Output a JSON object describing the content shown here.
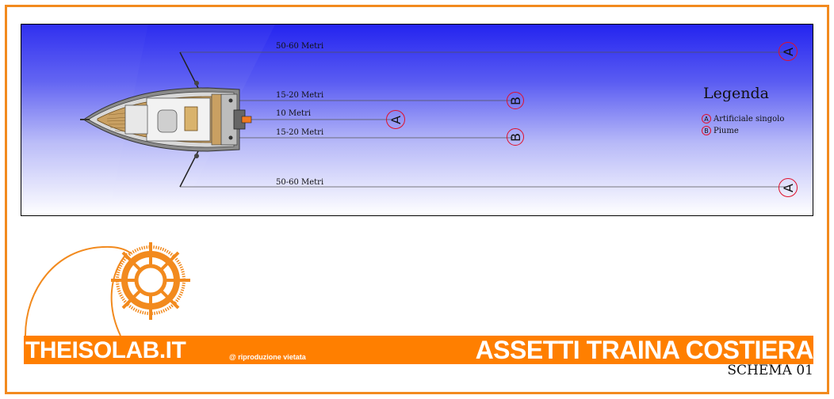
{
  "lines": [
    {
      "id": "long-top",
      "label": "50-60 Metri",
      "lure": "A"
    },
    {
      "id": "mid-top",
      "label": "15-20 Metri",
      "lure": "B"
    },
    {
      "id": "center",
      "label": "10 Metri",
      "lure": "A"
    },
    {
      "id": "mid-bottom",
      "label": "15-20 Metri",
      "lure": "B"
    },
    {
      "id": "long-bottom",
      "label": "50-60 Metri",
      "lure": "A"
    }
  ],
  "legend": {
    "title": "Legenda",
    "items": [
      {
        "symbol": "A",
        "label": "Artificiale singolo"
      },
      {
        "symbol": "B",
        "label": "Piume"
      }
    ]
  },
  "footer": {
    "brand": "THEISOLAB.IT",
    "rights": "@ riproduzione vietata",
    "title": "ASSETTI TRAINA COSTIERA",
    "subtitle": "SCHEMA 01"
  },
  "colors": {
    "frame": "#f28a1e",
    "bar": "#ff7f00",
    "marker_ring": "#e0102a",
    "water_top": "#2424f0"
  }
}
